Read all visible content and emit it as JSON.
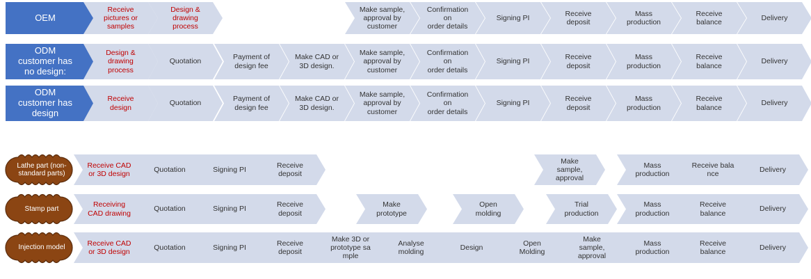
{
  "colors": {
    "step_fill": "#d3daea",
    "head_fill": "#4472c4",
    "head_text": "#ffffff",
    "step_text": "#333333",
    "highlight_text": "#c00000",
    "cloud_fill": "#8b4513",
    "cloud_outline": "#5a2c0c",
    "cloud_text": "#ffffff"
  },
  "top_section": {
    "rows": [
      {
        "head": "OEM",
        "steps": [
          {
            "text": "Receive\npictures or\nsamples",
            "red": true
          },
          {
            "text": "Design &\ndrawing\nprocess",
            "red": true
          },
          {
            "text": "Make sample,\napproval by\ncustomer"
          },
          {
            "text": "Confirmation\non\norder details"
          },
          {
            "text": "Signing PI"
          },
          {
            "text": "Receive\ndeposit"
          },
          {
            "text": "Mass\nproduction"
          },
          {
            "text": "Receive\nbalance"
          },
          {
            "text": "Delivery"
          }
        ]
      },
      {
        "head": "ODM\ncustomer has\nno design:",
        "steps": [
          {
            "text": "Design &\ndrawing\nprocess",
            "red": true
          },
          {
            "text": "Quotation"
          },
          {
            "text": "Payment of\ndesign fee"
          },
          {
            "text": "Make CAD or\n3D design."
          },
          {
            "text": "Make sample,\napproval by\ncustomer"
          },
          {
            "text": "Confirmation\non\norder details"
          },
          {
            "text": "Signing PI"
          },
          {
            "text": "Receive\ndeposit"
          },
          {
            "text": "Mass\nproduction"
          },
          {
            "text": "Receive\nbalance"
          },
          {
            "text": "Delivery"
          }
        ]
      },
      {
        "head": "ODM\ncustomer has\ndesign",
        "steps": [
          {
            "text": "Receive\ndesign",
            "red": true
          },
          {
            "text": "Quotation"
          },
          {
            "text": "Payment of\ndesign fee"
          },
          {
            "text": "Make CAD or\n3D design."
          },
          {
            "text": "Make sample,\napproval by\ncustomer"
          },
          {
            "text": "Confirmation\non\norder details"
          },
          {
            "text": "Signing PI"
          },
          {
            "text": "Receive\ndeposit"
          },
          {
            "text": "Mass\nproduction"
          },
          {
            "text": "Receive\nbalance"
          },
          {
            "text": "Delivery"
          }
        ]
      }
    ]
  },
  "bottom_section": {
    "rows": [
      {
        "head": "Lathe part (non-\nstandard parts)",
        "steps": [
          {
            "text": "Receive CAD\nor 3D design",
            "red": true
          },
          {
            "text": "Quotation"
          },
          {
            "text": "Signing PI"
          },
          {
            "text": "Receive\ndeposit"
          },
          {
            "text": "Make\nsample,\napproval"
          },
          {
            "text": "Mass\nproduction"
          },
          {
            "text": "Receive bala\nnce"
          },
          {
            "text": "Delivery"
          }
        ]
      },
      {
        "head": "Stamp part",
        "steps": [
          {
            "text": "Receiving\nCAD drawing",
            "red": true
          },
          {
            "text": "Quotation"
          },
          {
            "text": "Signing PI"
          },
          {
            "text": "Receive\ndeposit"
          },
          {
            "text": "Make\nprototype"
          },
          {
            "text": "Open\nmolding"
          },
          {
            "text": "Trial\nproduction"
          },
          {
            "text": "Mass\nproduction"
          },
          {
            "text": "Receive\nbalance"
          },
          {
            "text": "Delivery"
          }
        ]
      },
      {
        "head": "Injection model",
        "steps": [
          {
            "text": "Receive CAD\nor 3D design",
            "red": true
          },
          {
            "text": "Quotation"
          },
          {
            "text": "Signing PI"
          },
          {
            "text": "Receive\ndeposit"
          },
          {
            "text": "Make 3D or\nprototype sa\nmple"
          },
          {
            "text": "Analyse\nmolding"
          },
          {
            "text": "Design"
          },
          {
            "text": "Open\nMolding"
          },
          {
            "text": "Make\nsample,\napproval"
          },
          {
            "text": "Mass\nproduction"
          },
          {
            "text": "Receive\nbalance"
          },
          {
            "text": "Delivery"
          }
        ]
      }
    ]
  }
}
